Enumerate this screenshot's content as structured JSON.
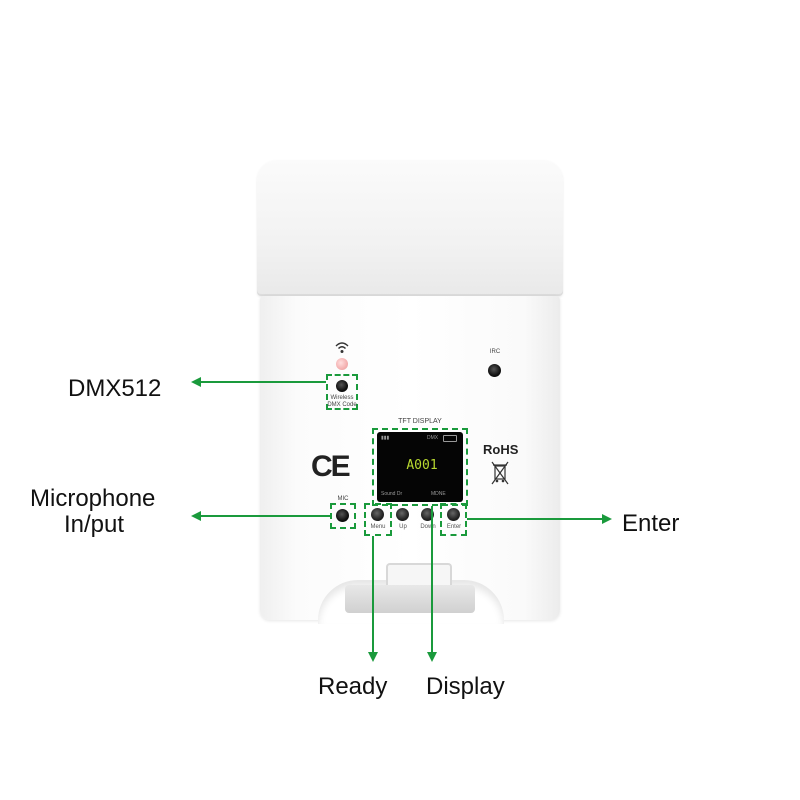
{
  "device": {
    "irc_label": "IRC",
    "wireless_label_line1": "Wireless",
    "wireless_label_line2": "DMX Code",
    "tft_label": "TFT DISPLAY",
    "mic_label": "MIC",
    "screen_text": "A001",
    "screen_top_right": "DMX",
    "screen_bottom_left": "Sound Dr",
    "screen_bottom_right": "MDNE",
    "ce_mark": "CE",
    "rohs_mark": "RoHS",
    "buttons": [
      {
        "label": "Menu"
      },
      {
        "label": "Up"
      },
      {
        "label": "Down"
      },
      {
        "label": "Enter"
      }
    ]
  },
  "callouts": {
    "dmx": "DMX512",
    "mic_line1": "Microphone",
    "mic_line2": "In/put",
    "enter": "Enter",
    "ready": "Ready",
    "display": "Display"
  },
  "colors": {
    "arrow": "#1a9a3c",
    "screen_text": "#b8d830",
    "indicator": "#f4b0b0"
  }
}
